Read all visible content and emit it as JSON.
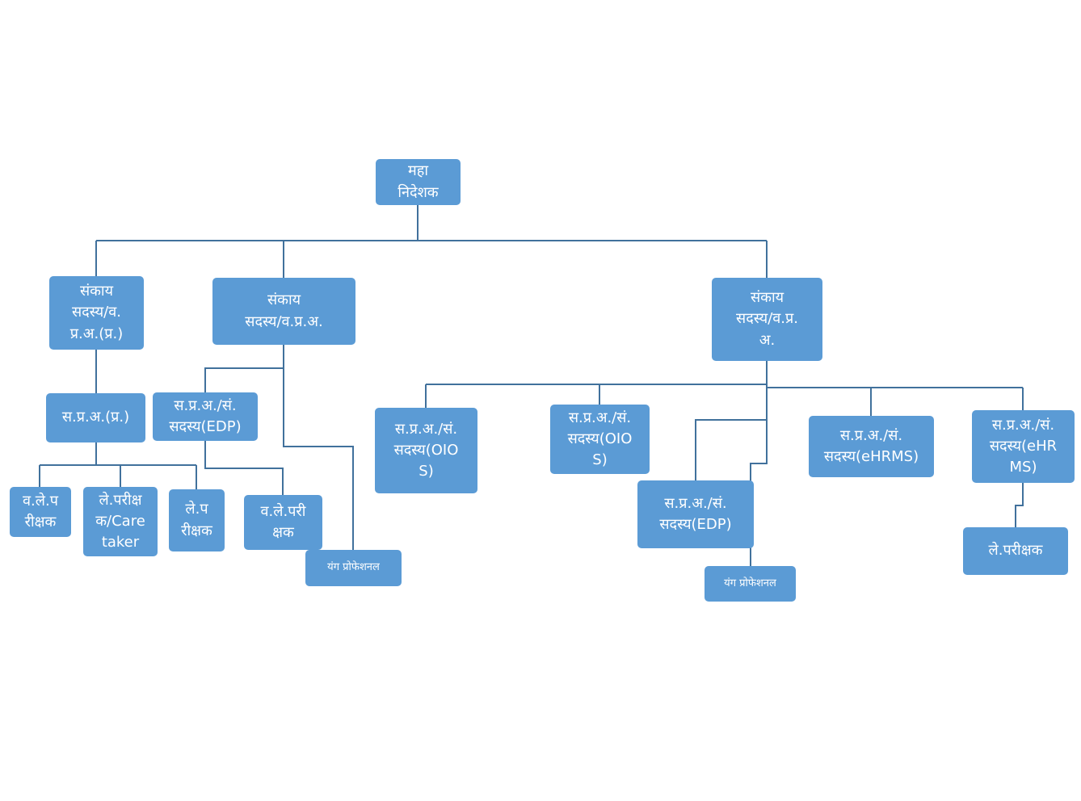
{
  "colors": {
    "box_fill": "#5b9bd5",
    "box_text": "#ffffff",
    "connector": "#41719c"
  },
  "nodes": {
    "director_general": {
      "lines": [
        "महा",
        "निदेशक"
      ]
    },
    "faculty_1": {
      "lines": [
        "संकाय",
        "सदस्य/व.",
        "प्र.अ.(प्र.)"
      ]
    },
    "faculty_2": {
      "lines": [
        "संकाय",
        "सदस्य/व.प्र.अ."
      ]
    },
    "faculty_3": {
      "lines": [
        "संकाय",
        "सदस्य/व.प्र.",
        "अ."
      ]
    },
    "spa_pr": {
      "lines": [
        "स.प्र.अ.(प्र.)"
      ]
    },
    "auditor_senior_1": {
      "lines": [
        "व.ले.प",
        "रीक्षक"
      ]
    },
    "auditor_caretaker": {
      "lines": [
        "ले.परीक्ष",
        "क/Care",
        "taker"
      ]
    },
    "auditor_1": {
      "lines": [
        "ले.प",
        "रीक्षक"
      ]
    },
    "spa_edp_1": {
      "lines": [
        "स.प्र.अ./सं.",
        "सदस्य(EDP)"
      ]
    },
    "auditor_senior_2": {
      "lines": [
        "व.ले.परी",
        "क्षक"
      ]
    },
    "young_professional_1": {
      "lines": [
        "यंग प्रोफेशनल"
      ]
    },
    "spa_oios_1": {
      "lines": [
        "स.प्र.अ./सं.",
        "सदस्य(OIO",
        "S)"
      ]
    },
    "spa_oios_2": {
      "lines": [
        "स.प्र.अ./सं.",
        "सदस्य(OIO",
        "S)"
      ]
    },
    "spa_edp_2": {
      "lines": [
        "स.प्र.अ./सं.",
        "सदस्य(EDP)"
      ]
    },
    "young_professional_2": {
      "lines": [
        "यंग प्रोफेशनल"
      ]
    },
    "spa_ehrms_1": {
      "lines": [
        "स.प्र.अ./सं.",
        "सदस्य(eHRMS)"
      ]
    },
    "spa_ehrms_2": {
      "lines": [
        "स.प्र.अ./सं.",
        "सदस्य(eHR",
        "MS)"
      ]
    },
    "auditor_2": {
      "lines": [
        "ले.परीक्षक"
      ]
    }
  }
}
